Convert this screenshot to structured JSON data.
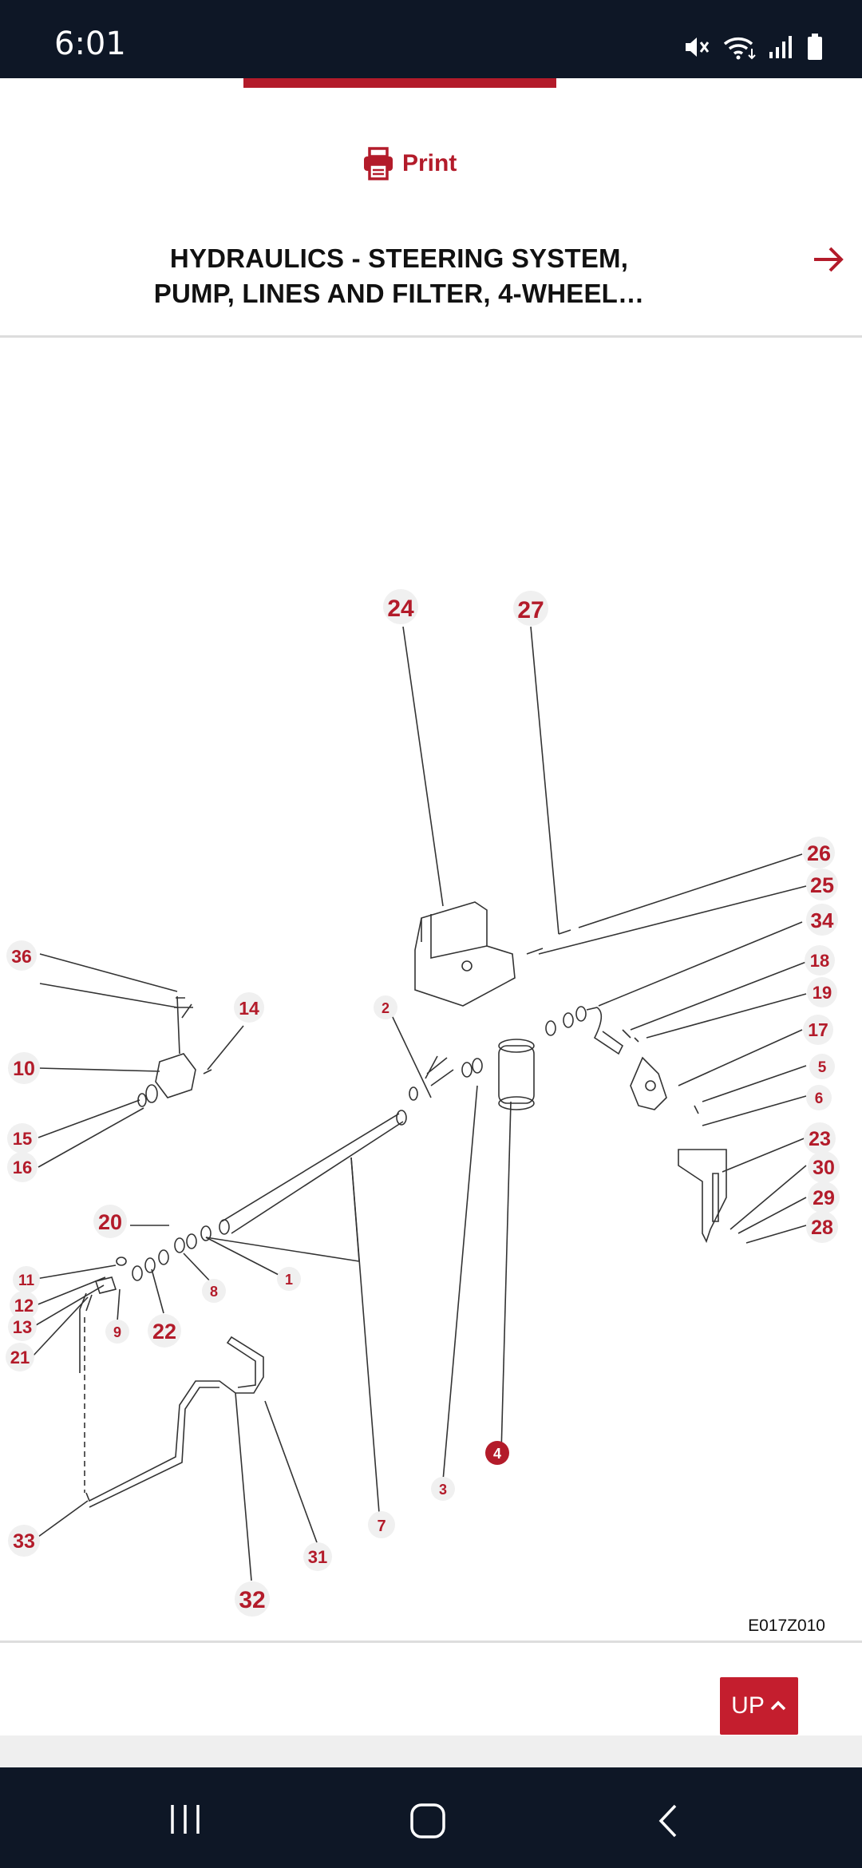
{
  "status_bar": {
    "time": "6:01",
    "icons": [
      "mute-icon",
      "wifi-icon",
      "signal-icon",
      "battery-icon"
    ]
  },
  "header": {
    "print_label": "Print",
    "title_line1": "HYDRAULICS - STEERING SYSTEM,",
    "title_line2": "PUMP, LINES AND FILTER, 4-WHEEL…",
    "next_icon": "arrow-right-icon"
  },
  "diagram": {
    "drawing_code": "E017Z010",
    "callouts": [
      "24",
      "27",
      "26",
      "25",
      "34",
      "36",
      "14",
      "2",
      "18",
      "19",
      "17",
      "10",
      "5",
      "6",
      "15",
      "16",
      "23",
      "30",
      "29",
      "28",
      "20",
      "11",
      "12",
      "13",
      "21",
      "8",
      "1",
      "9",
      "22",
      "4",
      "3",
      "7",
      "33",
      "31",
      "32"
    ],
    "highlighted_callout": "4"
  },
  "footer": {
    "up_label": "UP"
  },
  "colors": {
    "accent": "#b31b2a",
    "status_bar": "#0e1726"
  },
  "nav": {
    "icons": [
      "recents-icon",
      "home-icon",
      "back-icon"
    ]
  }
}
